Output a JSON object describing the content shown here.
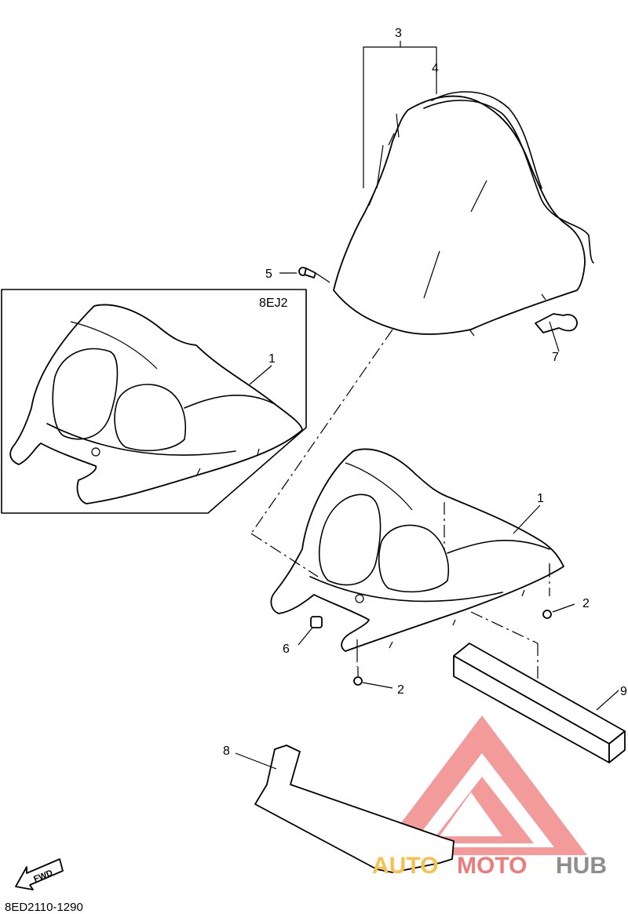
{
  "callouts": {
    "c1a": "1",
    "c1b": "1",
    "c2a": "2",
    "c2b": "2",
    "c3": "3",
    "c4": "4",
    "c5": "5",
    "c6": "6",
    "c7": "7",
    "c8": "8",
    "c9": "9"
  },
  "variant_box_label": "8EJ2",
  "fwd_label": "FWD",
  "diagram_code": "8ED2110-1290",
  "watermark": {
    "part1": "AUTO",
    "part2": "MOTO",
    "part3": "HUB",
    "color_auto": "#f6c14f",
    "color_moto": "#ee7b7b",
    "color_hub": "#8e8e8e",
    "logo_color": "#f07d7d"
  }
}
